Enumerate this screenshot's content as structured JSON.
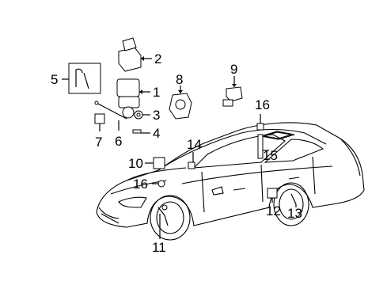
{
  "diagram": {
    "callouts": [
      {
        "id": "c1",
        "label": "1"
      },
      {
        "id": "c2",
        "label": "2"
      },
      {
        "id": "c3",
        "label": "3"
      },
      {
        "id": "c4",
        "label": "4"
      },
      {
        "id": "c5",
        "label": "5"
      },
      {
        "id": "c6",
        "label": "6"
      },
      {
        "id": "c7",
        "label": "7"
      },
      {
        "id": "c8",
        "label": "8"
      },
      {
        "id": "c9",
        "label": "9"
      },
      {
        "id": "c10",
        "label": "10"
      },
      {
        "id": "c11",
        "label": "11"
      },
      {
        "id": "c12",
        "label": "12"
      },
      {
        "id": "c13",
        "label": "13"
      },
      {
        "id": "c14",
        "label": "14"
      },
      {
        "id": "c15",
        "label": "15"
      },
      {
        "id": "c16a",
        "label": "16"
      },
      {
        "id": "c16b",
        "label": "16"
      }
    ]
  }
}
